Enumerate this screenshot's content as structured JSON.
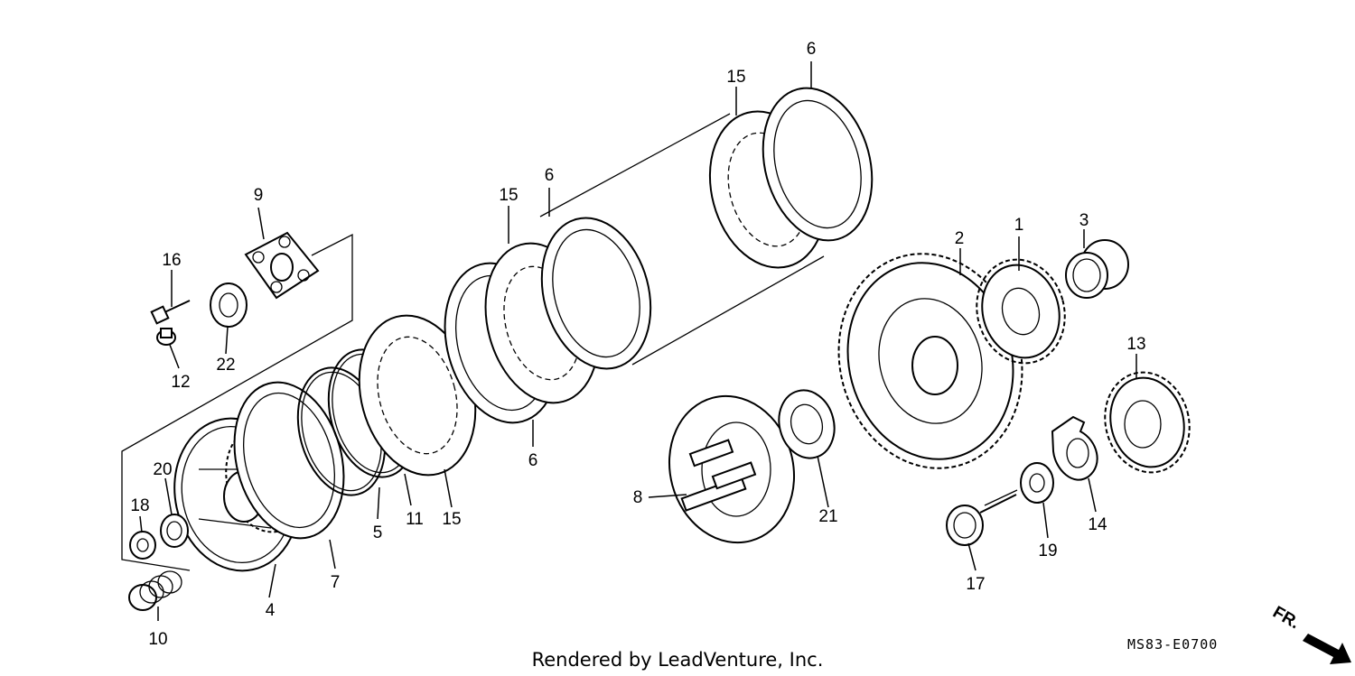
{
  "diagram": {
    "credit": "Rendered by LeadVenture, Inc.",
    "part_code": "MS83-E0700",
    "direction_label": "FR.",
    "callouts": {
      "c1": "1",
      "c2": "2",
      "c3": "3",
      "c4": "4",
      "c5": "5",
      "c6a": "6",
      "c6b": "6",
      "c6c": "6",
      "c7": "7",
      "c8": "8",
      "c9": "9",
      "c10": "10",
      "c11": "11",
      "c12": "12",
      "c13": "13",
      "c14": "14",
      "c15a": "15",
      "c15b": "15",
      "c15c": "15",
      "c16": "16",
      "c17": "17",
      "c18": "18",
      "c19": "19",
      "c20": "20",
      "c21": "21",
      "c22": "22"
    }
  }
}
